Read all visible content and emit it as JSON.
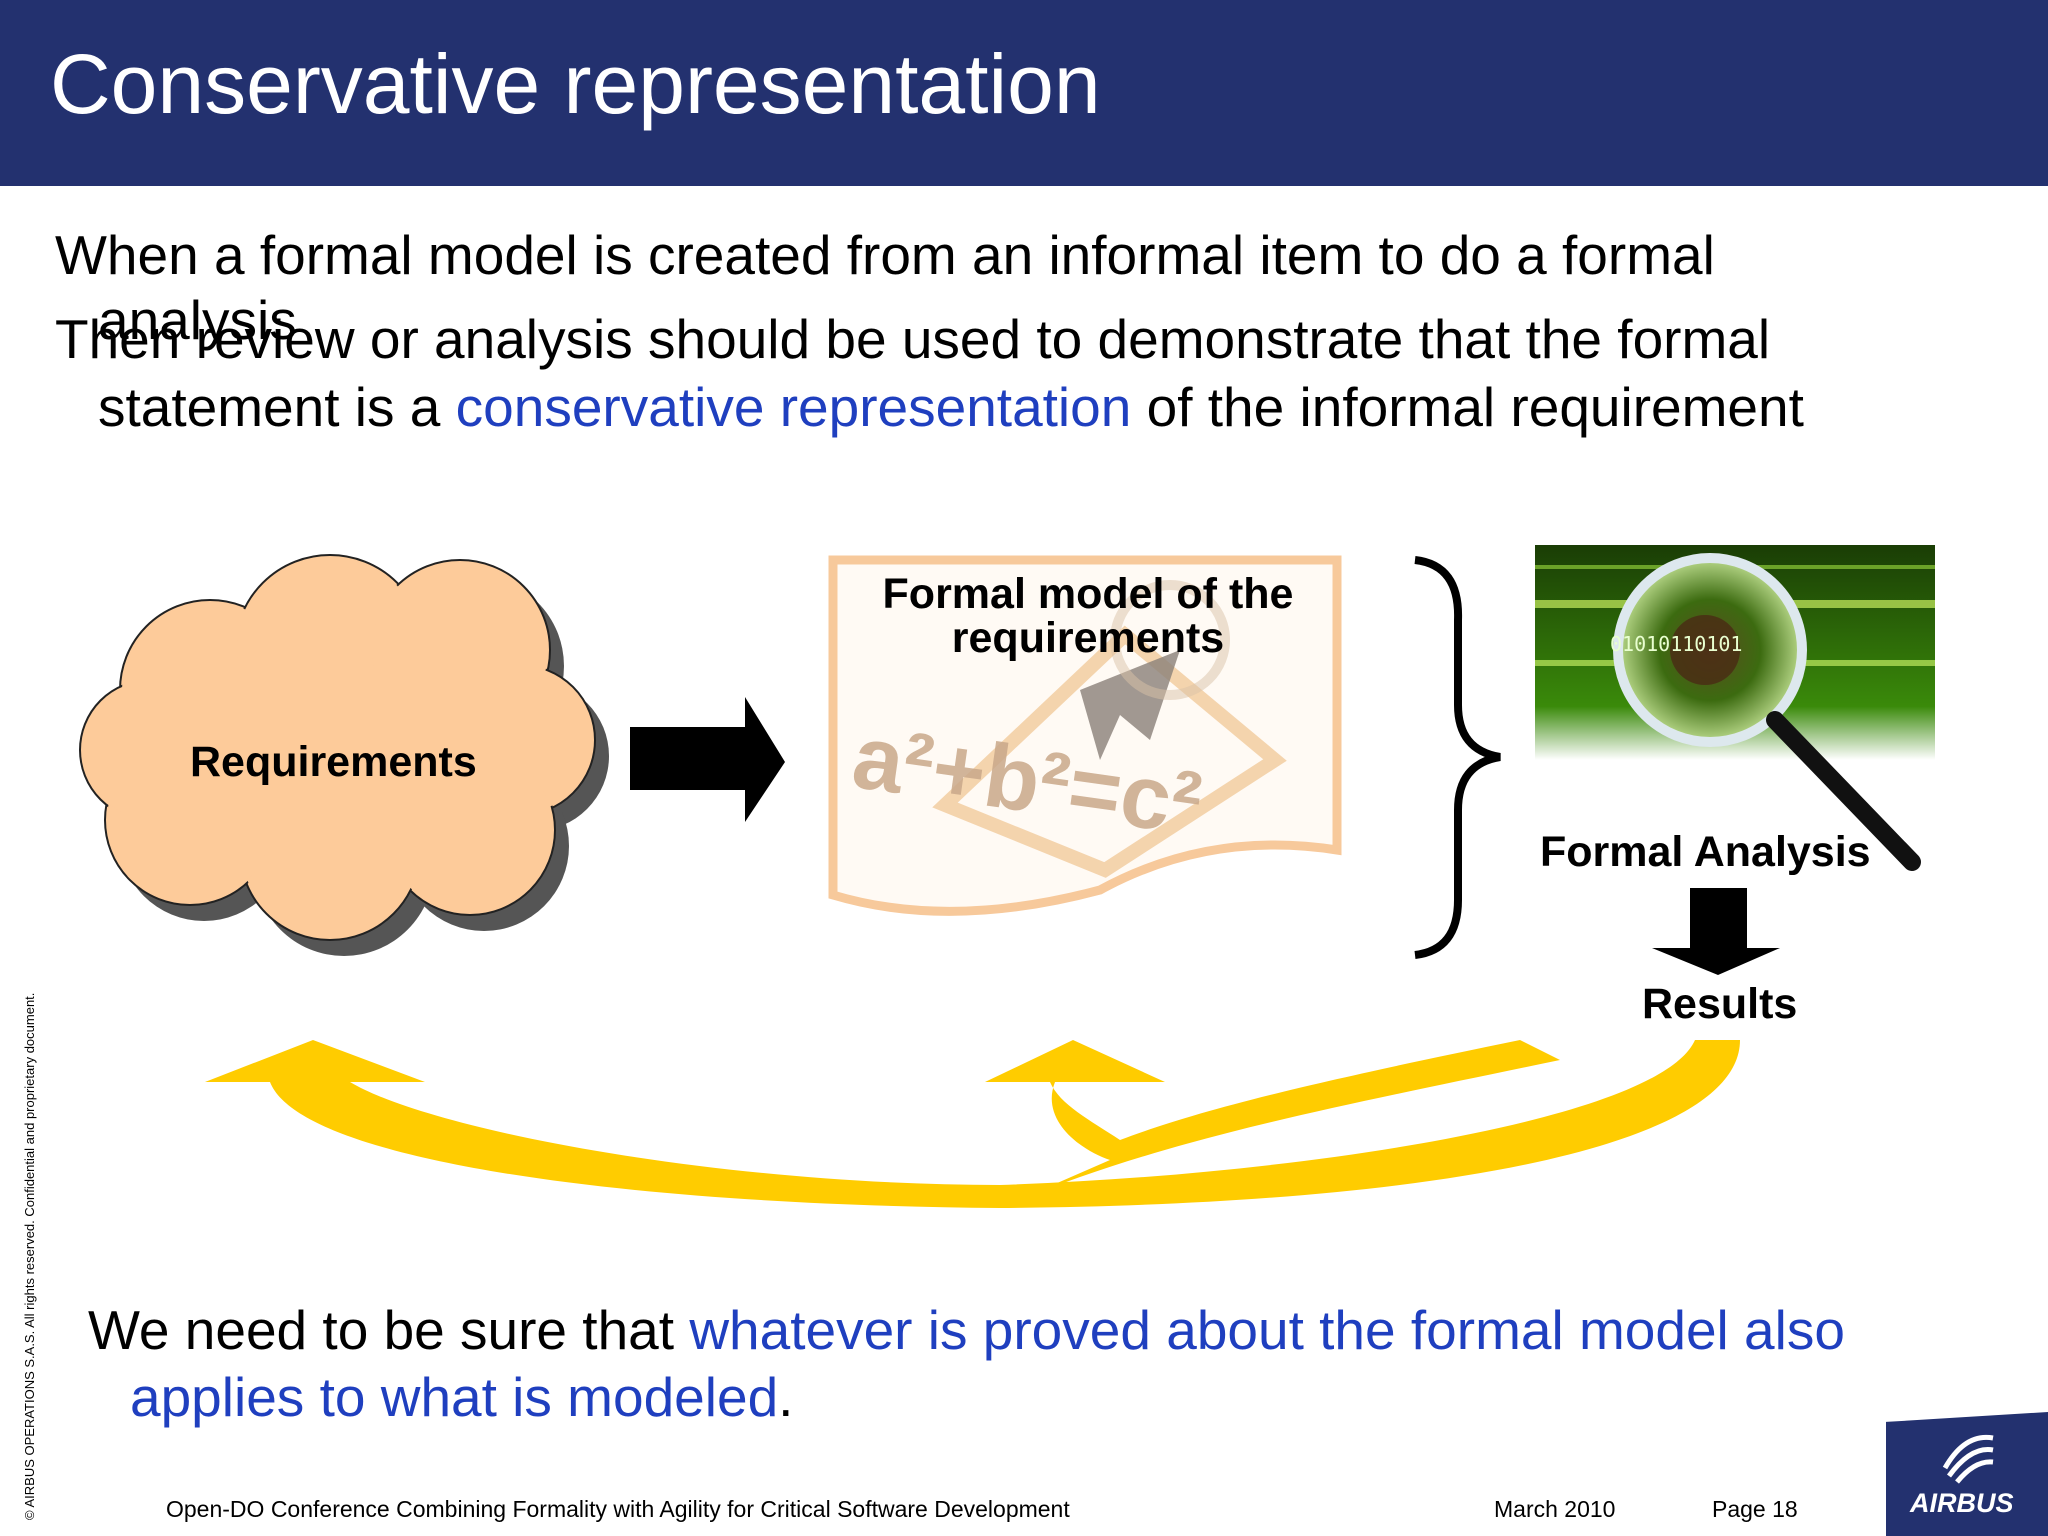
{
  "slide": {
    "title": "Conservative representation",
    "bullet1": {
      "line1": "When a formal model is created from an informal item to do a formal",
      "line2": "analysis"
    },
    "bullet2": {
      "line1": "Then review or analysis should be used to demonstrate that the formal",
      "line2_pre": "statement is a ",
      "line2_highlight": "conservative representation",
      "line2_post": " of the informal requirement"
    },
    "diagram": {
      "requirements_label": "Requirements",
      "formal_model_line1": "Formal model of the",
      "formal_model_line2": "requirements",
      "formula_text": "a²+b²=c²",
      "binary_text": "01010110101",
      "formal_analysis_label": "Formal Analysis",
      "results_label": "Results"
    },
    "conclusion": {
      "pre": "We need to be sure that ",
      "highlight_line1": "whatever is proved about the formal model also",
      "highlight_line2": "applies to what is modeled",
      "post": "."
    },
    "footer": {
      "conference": "Open-DO Conference Combining Formality with Agility for Critical Software Development",
      "date": "March 2010",
      "page": "Page 18",
      "copyright": "© AIRBUS OPERATIONS S.A.S.  All rights reserved. Confidential and proprietary document.",
      "logo_text": "AIRBUS"
    }
  },
  "colors": {
    "header": "#23316f",
    "highlight_blue": "#1f3fbf",
    "cloud_fill": "#fdcb9a",
    "feedback_arrow": "#ffcc00"
  }
}
